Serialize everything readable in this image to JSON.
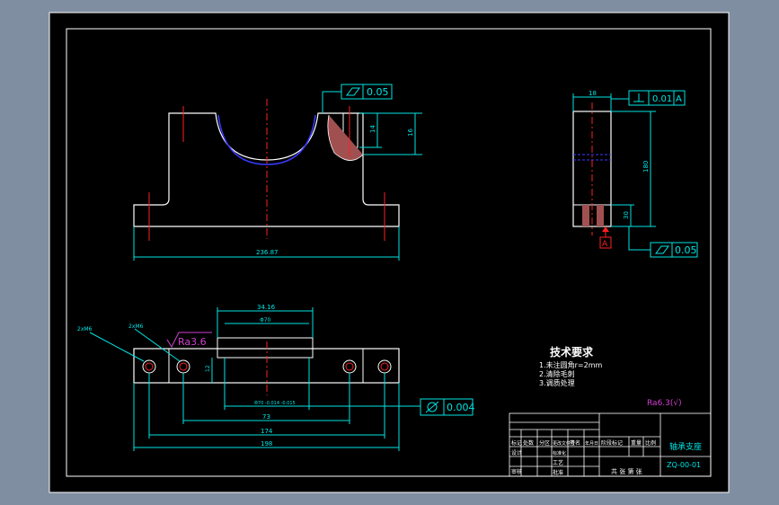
{
  "colors": {
    "background": "#7f8ea1",
    "sheet": "#000000",
    "outline": "#ffffff",
    "dimension": "#00e5e5",
    "centerline": "#ff2020",
    "hidden_arc": "#3a3aff",
    "annotation": "#d040d0"
  },
  "drawing": {
    "roughness_main": "Ra3.6",
    "roughness_general": "Ra6.3(√)",
    "notes_title": "技术要求",
    "notes": [
      "1.未注圆角r=2mm",
      "2.清除毛刺",
      "3.调质处理"
    ]
  },
  "front_view": {
    "flatness_tol": "0.05",
    "dim_width": "236.87",
    "dim_depth": "14",
    "dim_height": "16"
  },
  "side_view": {
    "dim_top": "18",
    "perp_tol": "0.01",
    "datum_ref": "A",
    "datum_label": "A",
    "dim_height": "180",
    "dim_base": "30",
    "flatness_tol": "0.05"
  },
  "top_view": {
    "hole_label_left": "2xM6",
    "hole_label_right": "2xM6",
    "dim_top1": "34.16",
    "dim_top2": "Φ70",
    "dim_left": "12",
    "dim_bore": "Φ70 -0.014 -0.015",
    "dim_73": "73",
    "dim_174": "174",
    "dim_198": "198",
    "profile_tol": "0.004"
  },
  "title_block": {
    "part_name": "轴承支座",
    "drawing_no": "ZQ-00-01",
    "company": "",
    "cells": [
      "标记",
      "处数",
      "分区",
      "更改文件号",
      "签名",
      "年月日",
      "设计",
      "标准化",
      "阶段标记",
      "重量",
      "比例",
      "审核",
      "工艺",
      "批准",
      "共 张 第 张"
    ]
  }
}
